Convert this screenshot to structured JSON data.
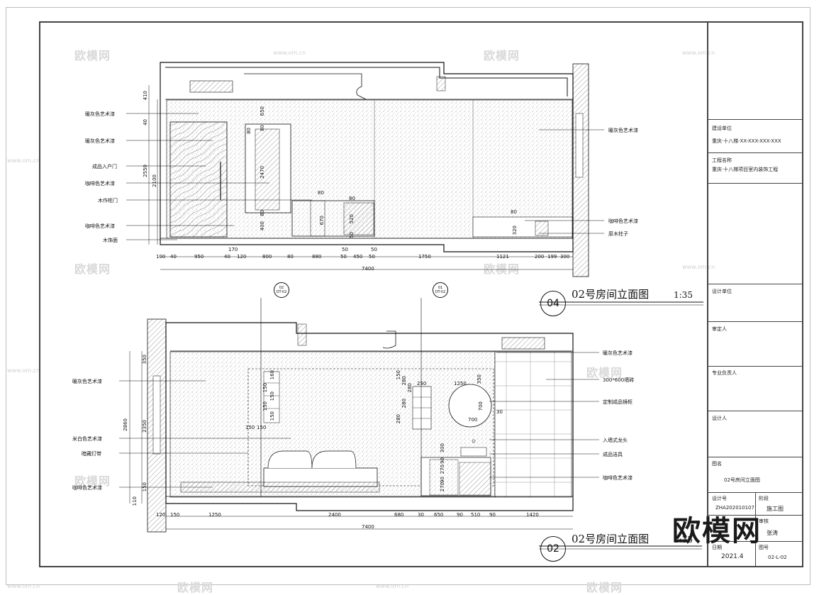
{
  "watermark": {
    "brand": "欧模网",
    "url": "www.om.cn",
    "big": "欧模网"
  },
  "elevation_04": {
    "number": "04",
    "title": "02号房间立面图",
    "scale": "1:35",
    "left_labels": [
      "暖灰色艺术漆",
      "暖灰色艺术漆",
      "成品入户门",
      "咖啡色艺术漆",
      "木作柜门",
      "咖啡色艺术漆",
      "木饰面"
    ],
    "right_labels": [
      "暖灰色艺术漆",
      "咖啡色艺术漆",
      "原木柱子"
    ],
    "vertical_dims": [
      "410",
      "40",
      "2550",
      "2100",
      "650",
      "80",
      "80",
      "2470",
      "80",
      "400",
      "80",
      "670",
      "80",
      "520",
      "50",
      "80",
      "320"
    ],
    "dims_row": [
      "100",
      "40",
      "950",
      "40",
      "120",
      "800",
      "80",
      "880",
      "50",
      "450",
      "50",
      "1750",
      "1121",
      "200",
      "199",
      "300"
    ],
    "dims_sub": [
      "170",
      "50",
      "50"
    ],
    "total": "7400"
  },
  "elevation_02": {
    "number": "02",
    "title": "02号房间立面图",
    "scale": "1:35",
    "tag_left": {
      "top": "02",
      "bottom": "DT-02"
    },
    "tag_right": {
      "top": "01",
      "bottom": "DT-02"
    },
    "left_labels": [
      "暖灰色艺术漆",
      "米白色艺术漆",
      "暗藏灯带",
      "咖啡色艺术漆"
    ],
    "right_labels": [
      "暖灰色艺术漆",
      "300*600墙砖",
      "定制成品镜柜",
      "入墙式龙头",
      "成品洁具",
      "咖啡色艺术漆"
    ],
    "vertical_dims": [
      "350",
      "2860",
      "2350",
      "150",
      "110"
    ],
    "inner_dims": [
      "160",
      "150",
      "150",
      "150",
      "150",
      "150",
      "150",
      "150",
      "250",
      "1250",
      "350",
      "700",
      "700",
      "30",
      "280",
      "280",
      "280",
      "280",
      "300",
      "270",
      "90",
      "270",
      "90"
    ],
    "dims_row": [
      "120",
      "150",
      "1250",
      "2400",
      "680",
      "30",
      "650",
      "90",
      "510",
      "90",
      "1420"
    ],
    "total": "7400"
  },
  "title_block": {
    "rows": [
      {
        "label": "建设单位",
        "value": "重庆·十八梯·XX-XXX-XXX-XXX"
      },
      {
        "label": "工程名称",
        "value": "重庆·十八梯项目室内装饰工程"
      },
      {
        "label": "设计单位",
        "value": ""
      },
      {
        "label": "审定人",
        "value": ""
      },
      {
        "label": "专业负责人",
        "value": ""
      },
      {
        "label": "设计人",
        "value": ""
      },
      {
        "label": "图名",
        "value": "02号房间立面图"
      }
    ],
    "project_no_label": "设计号",
    "project_no": "ZHA202010107",
    "stage_label": "阶段",
    "stage": "施工图",
    "approve_label": "审核",
    "approve": "张涛",
    "date_label": "日期",
    "date": "2021.4",
    "drawing_no_label": "图号",
    "drawing_no": "02-L-02"
  }
}
